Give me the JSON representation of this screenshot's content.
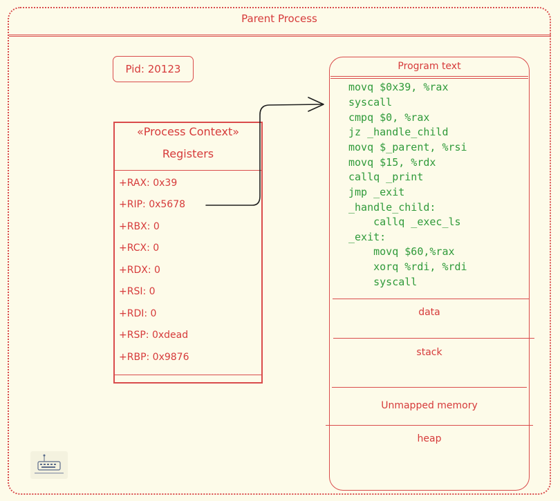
{
  "parent_process": {
    "title": "Parent Process"
  },
  "pid": {
    "label": "Pid: 20123"
  },
  "process_context": {
    "stereotype": "«Process Context»",
    "title": "Registers",
    "registers": [
      "+RAX: 0x39",
      "+RIP: 0x5678",
      "+RBX: 0",
      "+RCX: 0",
      "+RDX: 0",
      "+RSI: 0",
      "+RDI: 0",
      "+RSP: 0xdead",
      "+RBP: 0x9876"
    ]
  },
  "memory": {
    "program_text_title": "Program text",
    "code_lines": [
      "movq $0x39, %rax",
      "syscall",
      "cmpq $0, %rax",
      "jz _handle_child",
      "movq $_parent, %rsi",
      "movq $15, %rdx",
      "callq _print",
      "jmp _exit",
      "_handle_child:",
      "    callq _exec_ls",
      "_exit:",
      "    movq $60,%rax",
      "    xorq %rdi, %rdi",
      "    syscall"
    ],
    "segments": [
      "data",
      "stack",
      "Unmapped memory",
      "heap"
    ]
  },
  "colors": {
    "background": "#fdfbe9",
    "outline": "#d94b4b",
    "text": "#d63a3a",
    "code": "#2f9a3a",
    "arrow": "#1e1e1e"
  }
}
